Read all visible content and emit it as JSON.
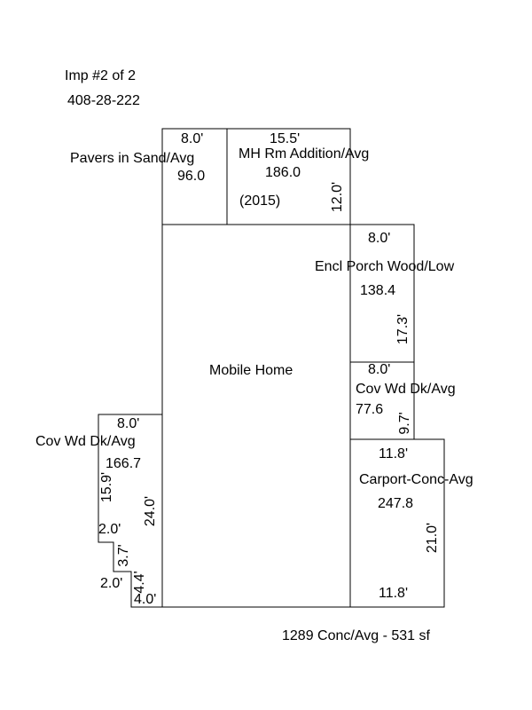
{
  "header": {
    "imp_label": "Imp #2 of 2",
    "parcel_id": "408-28-222"
  },
  "areas": {
    "pavers": {
      "dim_top": "8.0'",
      "name": "Pavers in Sand/Avg",
      "area": "96.0"
    },
    "mh_addition": {
      "dim_top": "15.5'",
      "name": "MH Rm Addition/Avg",
      "area": "186.0",
      "year": "(2015)",
      "dim_right": "12.0'"
    },
    "encl_porch": {
      "dim_top": "8.0'",
      "name": "Encl Porch Wood/Low",
      "area": "138.4",
      "dim_right": "17.3'"
    },
    "mobile_home": {
      "name": "Mobile Home"
    },
    "cov_deck_right": {
      "dim_top": "8.0'",
      "name": "Cov Wd Dk/Avg",
      "area": "77.6",
      "dim_right": "9.7'"
    },
    "carport": {
      "dim_top": "11.8'",
      "name": "Carport-Conc-Avg",
      "area": "247.8",
      "dim_right": "21.0'",
      "dim_bottom": "11.8'"
    },
    "cov_deck_left": {
      "dim_top": "8.0'",
      "name": "Cov Wd Dk/Avg",
      "area": "166.7",
      "dim_left": "15.9'",
      "dim_inner": "24.0'",
      "step1_h": "2.0'",
      "step1_v": "3.7'",
      "step2_h": "2.0'",
      "step2_v": "4.4'",
      "dim_bottom": "4.0'"
    }
  },
  "footer": {
    "note": "1289 Conc/Avg - 531 sf"
  }
}
